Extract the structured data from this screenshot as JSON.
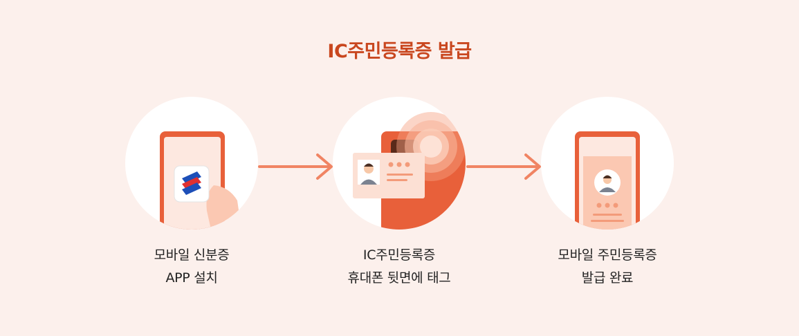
{
  "title": "IC주민등록증 발급",
  "steps": [
    {
      "line1": "모바일 신분증",
      "line2": "APP 설치"
    },
    {
      "line1": "IC주민등록증",
      "line2": "휴대폰 뒷면에 태그"
    },
    {
      "line1": "모바일 주민등록증",
      "line2": "발급 완료"
    }
  ],
  "colors": {
    "accent": "#e8603a",
    "title": "#c9471f",
    "background": "#fcf0ec",
    "arrow": "#f08463"
  },
  "icons": [
    "phone-app-icon",
    "id-card-tag-icon",
    "phone-id-complete-icon",
    "arrow-right-icon"
  ]
}
